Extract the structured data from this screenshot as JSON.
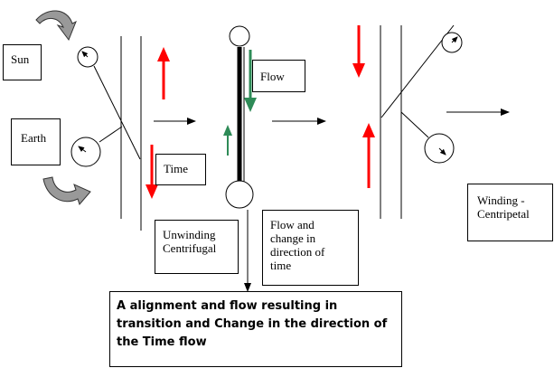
{
  "labels": {
    "sun": "Sun",
    "earth": "Earth",
    "time": "Time",
    "flow": "Flow",
    "unwinding": "Unwinding\nCentrifugal",
    "flow_change": "Flow and\nchange in\ndirection of\ntime",
    "winding": "Winding -\nCentripetal",
    "summary": "A alignment and flow resulting in\ntransition and Change in the direction of\nthe Time flow"
  },
  "colors": {
    "red_arrow": "#ff0000",
    "green_arrow": "#2e8b57",
    "curved_arrow": "#999999",
    "line": "#000000"
  },
  "icons": {
    "curved_arrow": "curved-arrow-icon",
    "clock_dial": "dial-icon"
  }
}
